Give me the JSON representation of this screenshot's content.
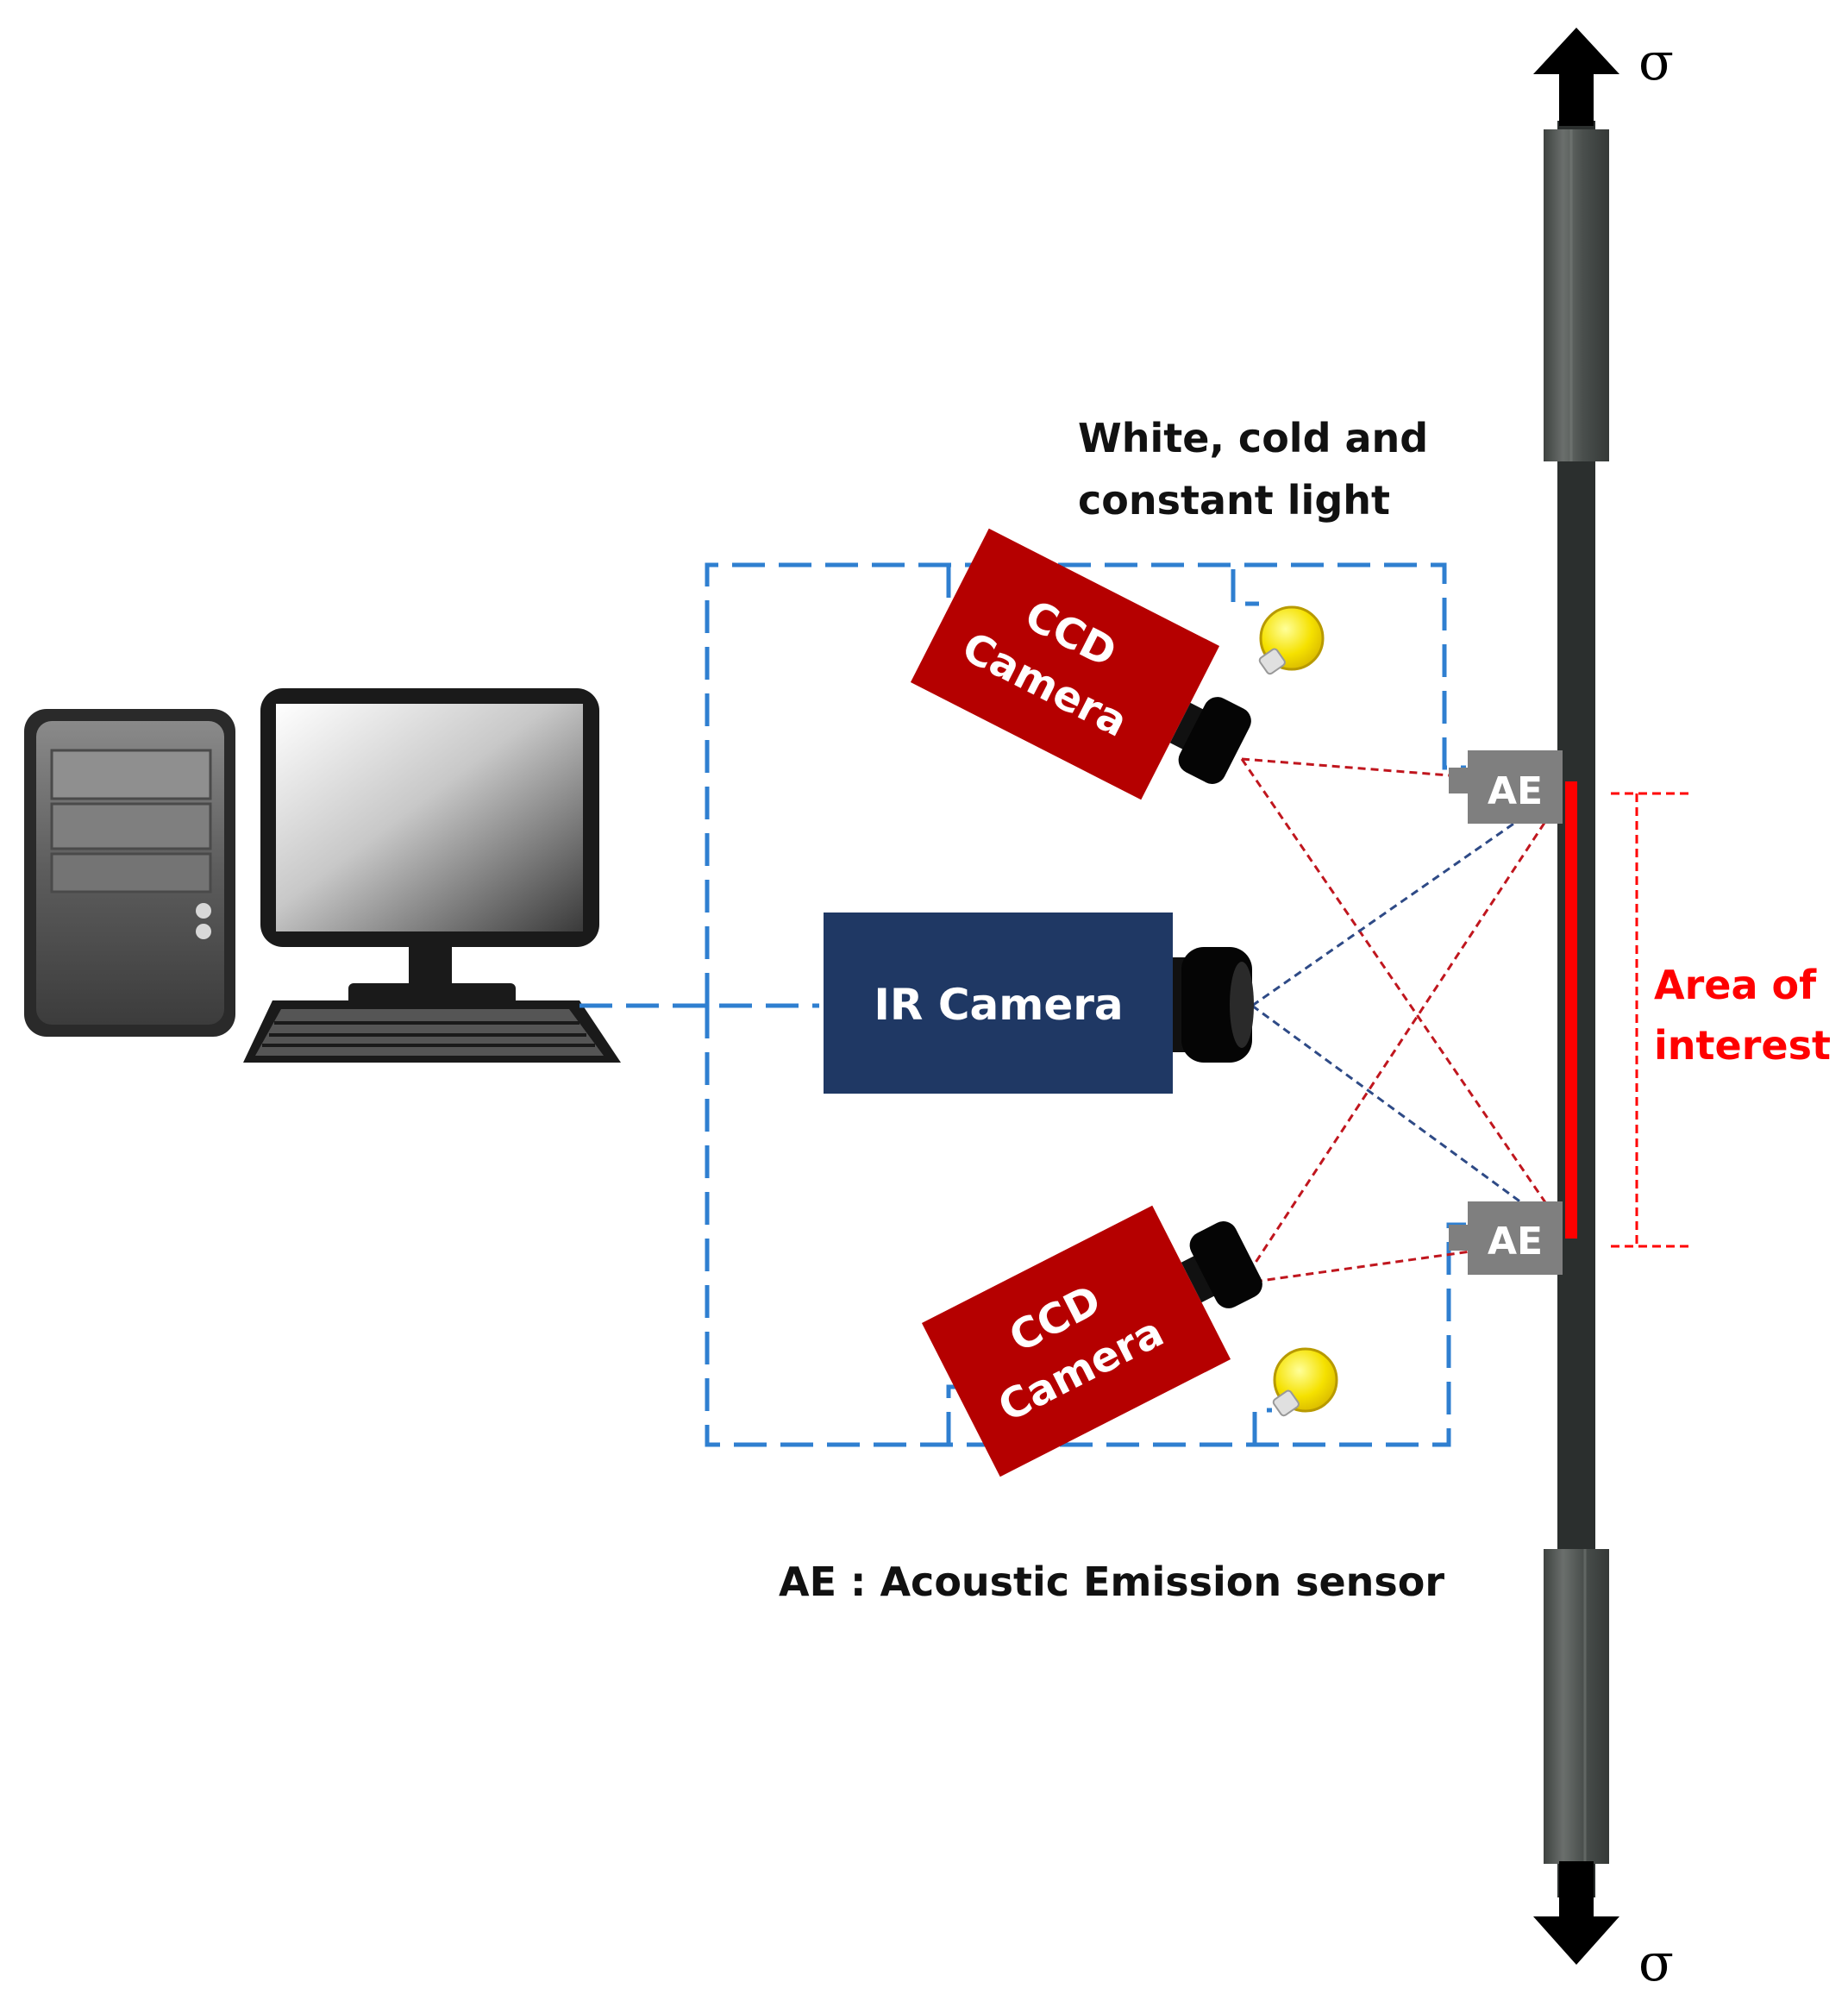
{
  "labels": {
    "light_line1": "White, cold and",
    "light_line2": "constant light",
    "ccd_top_line1": "CCD",
    "ccd_top_line2": "Camera",
    "ccd_bottom_line1": "CCD",
    "ccd_bottom_line2": "Camera",
    "ir_camera": "IR Camera",
    "ae_top": "AE",
    "ae_bottom": "AE",
    "area_line1": "Area of",
    "area_line2": "interest",
    "legend": "AE : Acoustic Emission sensor",
    "sigma_top": "σ",
    "sigma_bottom": "σ"
  },
  "colors": {
    "link_blue": "#2f7fd0",
    "ccd_red": "#b50000",
    "ir_navy": "#1f3864",
    "sensor_gray": "#7f7f7f",
    "area_red": "#ff0000",
    "ray_red": "#c0161e",
    "ray_blue": "#2e4a86",
    "specimen": "#2b2f2e",
    "grip": "#4a4f4d",
    "bulb": "#f5e100"
  },
  "icons": {
    "computer": "desktop-computer-icon",
    "light": "light-bulb-icon",
    "load_arrow": "load-arrow-icon"
  }
}
